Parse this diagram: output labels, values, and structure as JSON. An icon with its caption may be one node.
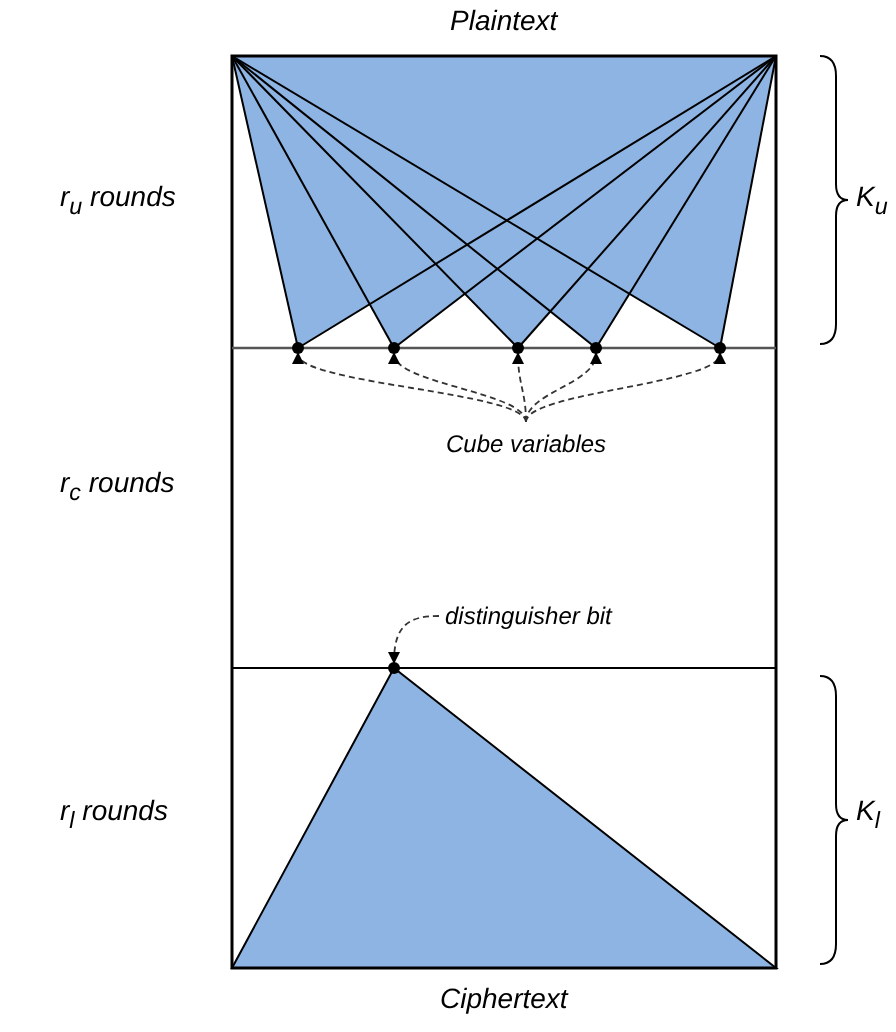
{
  "diagram": {
    "nodes": [
      {
        "text": [
          "Cube variables"
        ]
      },
      {
        "text": [],
        "shape": "circle"
      },
      {
        "text": [],
        "shape": "circle"
      },
      {
        "text": [],
        "shape": "circle"
      },
      {
        "text": [],
        "shape": "circle"
      },
      {
        "text": [],
        "shape": "circle"
      },
      {
        "text": [
          "distinguisher bit"
        ]
      },
      {
        "text": [],
        "shape": "circle"
      }
    ],
    "edges": [
      {
        "from": 0,
        "to": 1,
        "arrow": "to",
        "style": "dashed"
      },
      {
        "from": 0,
        "to": 2,
        "arrow": "to",
        "style": "dashed"
      },
      {
        "from": 0,
        "to": 3,
        "arrow": "to",
        "style": "dashed"
      },
      {
        "from": 0,
        "to": 4,
        "arrow": "to",
        "style": "dashed"
      },
      {
        "from": 0,
        "to": 5,
        "arrow": "to",
        "style": "dashed"
      },
      {
        "from": 6,
        "to": 7,
        "arrow": "to",
        "style": "dashed"
      }
    ],
    "labels": [
      "Plaintext",
      "r$_{u}$ rounds",
      "K$_{u}$",
      "r$_{c}$ rounds",
      "r$_{l}$ rounds",
      "K$_{l}$",
      "Ciphertext"
    ]
  }
}
